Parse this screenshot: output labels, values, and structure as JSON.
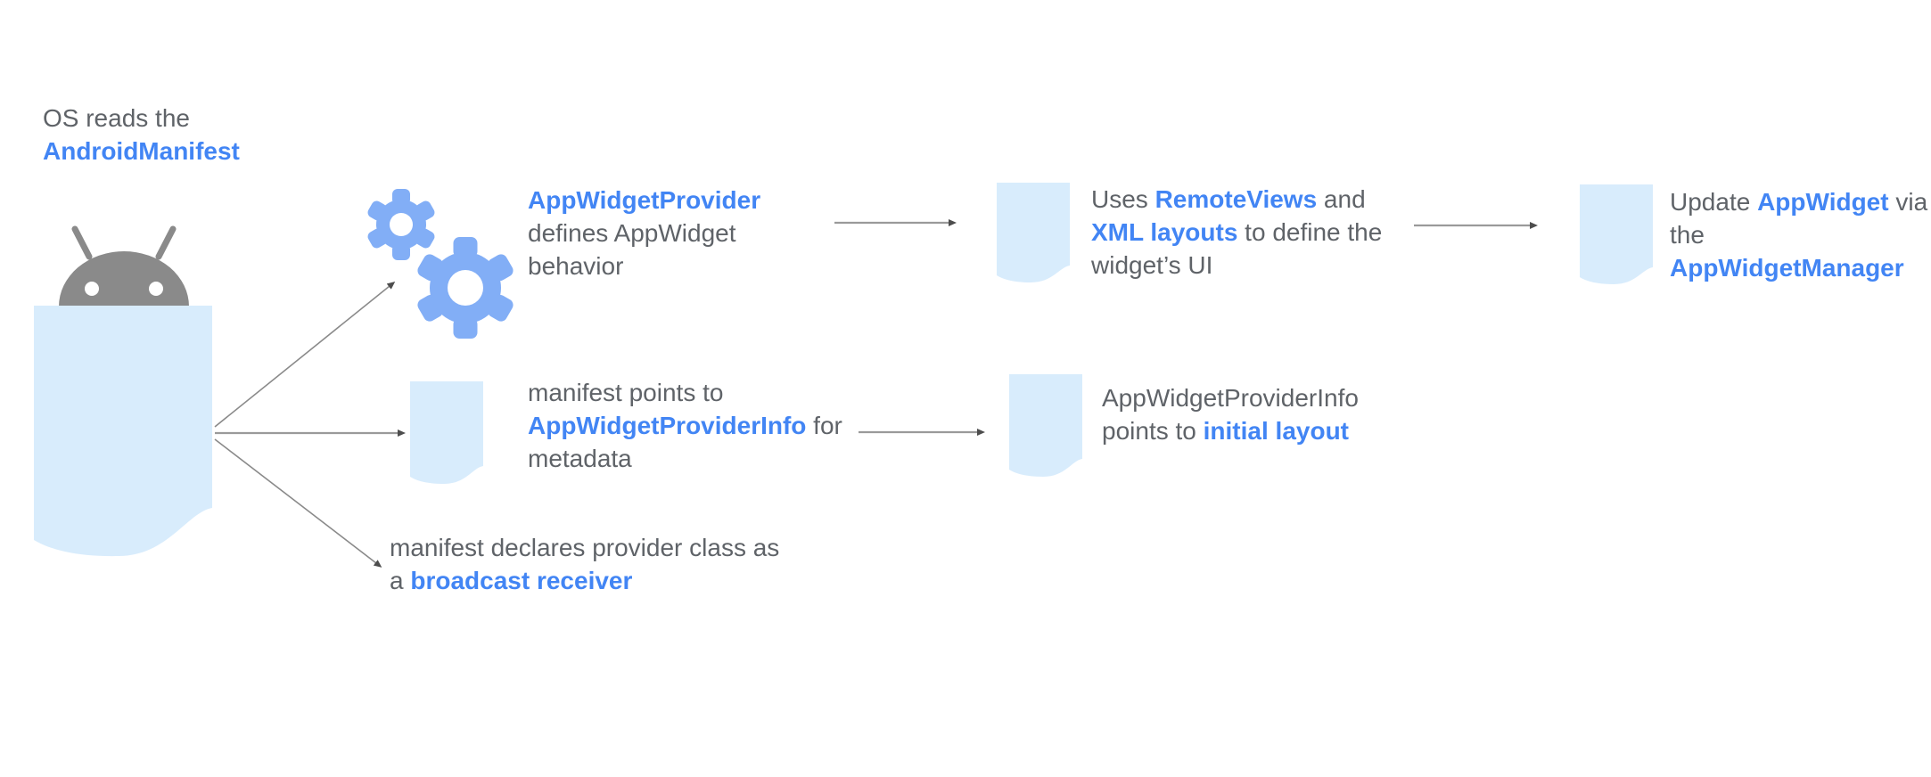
{
  "diagram": {
    "topic": "AppWidget manifest flow",
    "colors": {
      "link_blue": "#4285f4",
      "text_gray": "#5f6368",
      "gear_blue": "#82aef6",
      "document_blue": "#d8ecfc",
      "android_gray": "#8a8a8a",
      "arrow_gray": "#9a9a9a"
    },
    "icons": {
      "android_manifest": "android-robot-document-icon",
      "gears": "gears-icon",
      "document": "document-icon",
      "arrow": "arrow-icon"
    },
    "blocks": {
      "os_reads": {
        "lines": [
          {
            "segs": [
              {
                "text": "OS reads the",
                "style": "gray"
              }
            ]
          },
          {
            "segs": [
              {
                "text": "AndroidManifest",
                "style": "blue"
              }
            ]
          }
        ]
      },
      "provider": {
        "lines": [
          {
            "segs": [
              {
                "text": "AppWidgetProvider",
                "style": "blue"
              }
            ]
          },
          {
            "segs": [
              {
                "text": "defines AppWidget",
                "style": "gray"
              }
            ]
          },
          {
            "segs": [
              {
                "text": "behavior",
                "style": "gray"
              }
            ]
          }
        ]
      },
      "remoteviews": {
        "lines": [
          {
            "segs": [
              {
                "text": "Uses ",
                "style": "gray"
              },
              {
                "text": "RemoteViews",
                "style": "blue"
              },
              {
                "text": " and",
                "style": "gray"
              }
            ]
          },
          {
            "segs": [
              {
                "text": "XML layouts",
                "style": "blue"
              },
              {
                "text": " to define the",
                "style": "gray"
              }
            ]
          },
          {
            "segs": [
              {
                "text": "widget’s UI",
                "style": "gray"
              }
            ]
          }
        ]
      },
      "update": {
        "lines": [
          {
            "segs": [
              {
                "text": "Update ",
                "style": "gray"
              },
              {
                "text": "AppWidget",
                "style": "blue"
              },
              {
                "text": " via",
                "style": "gray"
              }
            ]
          },
          {
            "segs": [
              {
                "text": "the",
                "style": "gray"
              }
            ]
          },
          {
            "segs": [
              {
                "text": "AppWidgetManager",
                "style": "blue"
              }
            ]
          }
        ]
      },
      "providerinfo": {
        "lines": [
          {
            "segs": [
              {
                "text": "manifest points to",
                "style": "gray"
              }
            ]
          },
          {
            "segs": [
              {
                "text": "AppWidgetProviderInfo",
                "style": "blue"
              },
              {
                "text": " for",
                "style": "gray"
              }
            ]
          },
          {
            "segs": [
              {
                "text": "metadata",
                "style": "gray"
              }
            ]
          }
        ]
      },
      "initial_layout": {
        "lines": [
          {
            "segs": [
              {
                "text": "AppWidgetProviderInfo",
                "style": "gray"
              }
            ]
          },
          {
            "segs": [
              {
                "text": "points to ",
                "style": "gray"
              },
              {
                "text": "initial layout",
                "style": "blue"
              }
            ]
          }
        ]
      },
      "broadcast": {
        "lines": [
          {
            "segs": [
              {
                "text": "manifest declares provider class as",
                "style": "gray"
              }
            ]
          },
          {
            "segs": [
              {
                "text": "a ",
                "style": "gray"
              },
              {
                "text": "broadcast receiver",
                "style": "blue"
              }
            ]
          }
        ]
      }
    }
  }
}
